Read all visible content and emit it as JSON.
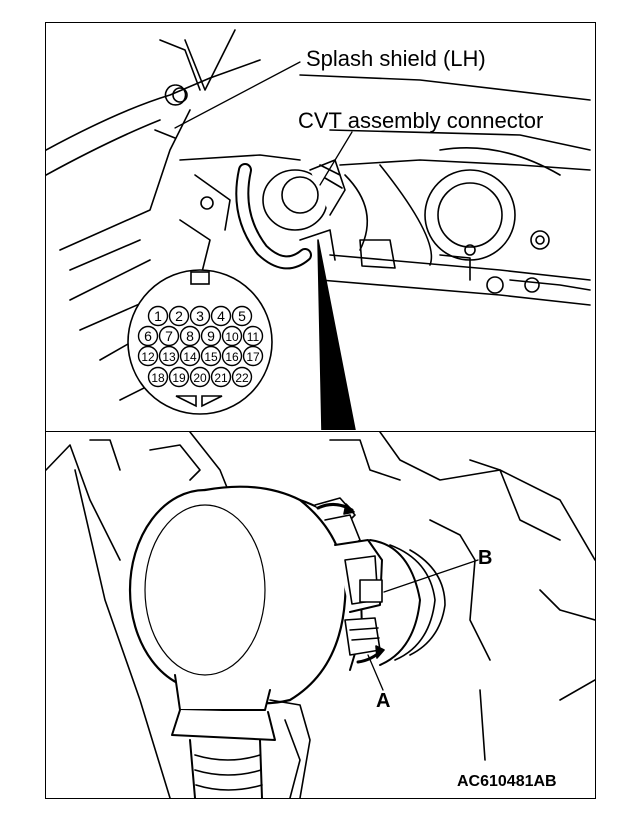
{
  "labels": {
    "splash_shield": "Splash shield (LH)",
    "cvt_connector": "CVT assembly connector",
    "callout_b": "B",
    "callout_a": "A",
    "figure_code": "AC610481AB"
  },
  "connector_pins": {
    "row1": [
      "1",
      "2",
      "3",
      "4",
      "5"
    ],
    "row2": [
      "6",
      "7",
      "8",
      "9",
      "10",
      "11"
    ],
    "row3": [
      "12",
      "13",
      "14",
      "15",
      "16",
      "17"
    ],
    "row4": [
      "18",
      "19",
      "20",
      "21",
      "22"
    ]
  },
  "colors": {
    "ink": "#000000",
    "paper": "#ffffff"
  }
}
